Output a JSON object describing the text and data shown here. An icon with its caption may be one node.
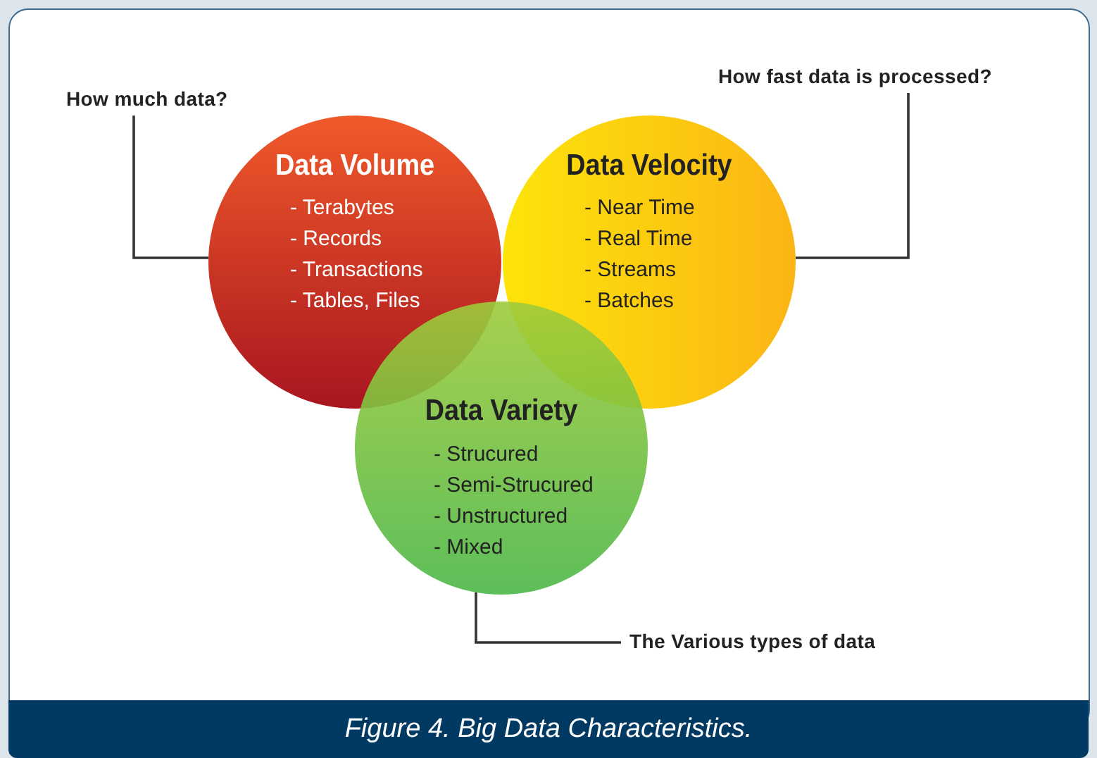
{
  "diagram": {
    "caption": "Figure 4. Big Data Characteristics.",
    "nodes": [
      {
        "text": [
          "Data Volume",
          "- Terabytes",
          "- Records",
          "- Transactions",
          "- Tables, Files"
        ]
      },
      {
        "text": [
          "Data Velocity",
          "- Near Time",
          "- Real Time",
          "- Streams",
          "- Batches"
        ]
      },
      {
        "text": [
          "Data Variety",
          "- Strucured",
          "- Semi-Strucured",
          "- Unstructured",
          "- Mixed"
        ]
      },
      {
        "text": [
          "How much data?"
        ]
      },
      {
        "text": [
          "How fast data is processed?"
        ]
      },
      {
        "text": [
          "The Various types of data"
        ]
      }
    ],
    "edges": [
      {
        "from": 3,
        "to": 0,
        "arrow": "none"
      },
      {
        "from": 4,
        "to": 1,
        "arrow": "none"
      },
      {
        "from": 5,
        "to": 2,
        "arrow": "none"
      }
    ]
  }
}
